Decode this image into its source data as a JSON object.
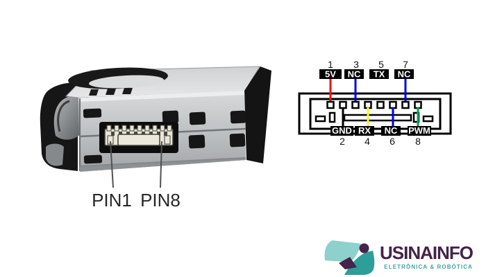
{
  "photo": {
    "pin1_label": "PIN1",
    "pin8_label": "PIN8"
  },
  "pinout": {
    "top_pins": [
      {
        "number": "1",
        "label": "5V",
        "wire_color": "#ee1111"
      },
      {
        "number": "3",
        "label": "NC",
        "wire_color": "#0000ee"
      },
      {
        "number": "5",
        "label": "TX",
        "wire_color": null
      },
      {
        "number": "7",
        "label": "NC",
        "wire_color": "#0000ee"
      }
    ],
    "bottom_pins": [
      {
        "number": "2",
        "label": "GND",
        "wire_color": "#000000"
      },
      {
        "number": "4",
        "label": "RX",
        "wire_color": "#f7f72a"
      },
      {
        "number": "6",
        "label": "NC",
        "wire_color": "#0000ee"
      },
      {
        "number": "8",
        "label": "PWM",
        "wire_color": "#00a651"
      }
    ]
  },
  "logo": {
    "brand": "USINAINFO",
    "tagline": "ELETRÔNICA & ROBÓTICA",
    "brand_color": "#45234a",
    "tagline_color": "#3aa59f",
    "teal_light": "#8ed0cc",
    "teal_dark": "#2d9e9a",
    "accent_purple": "#45234a"
  }
}
